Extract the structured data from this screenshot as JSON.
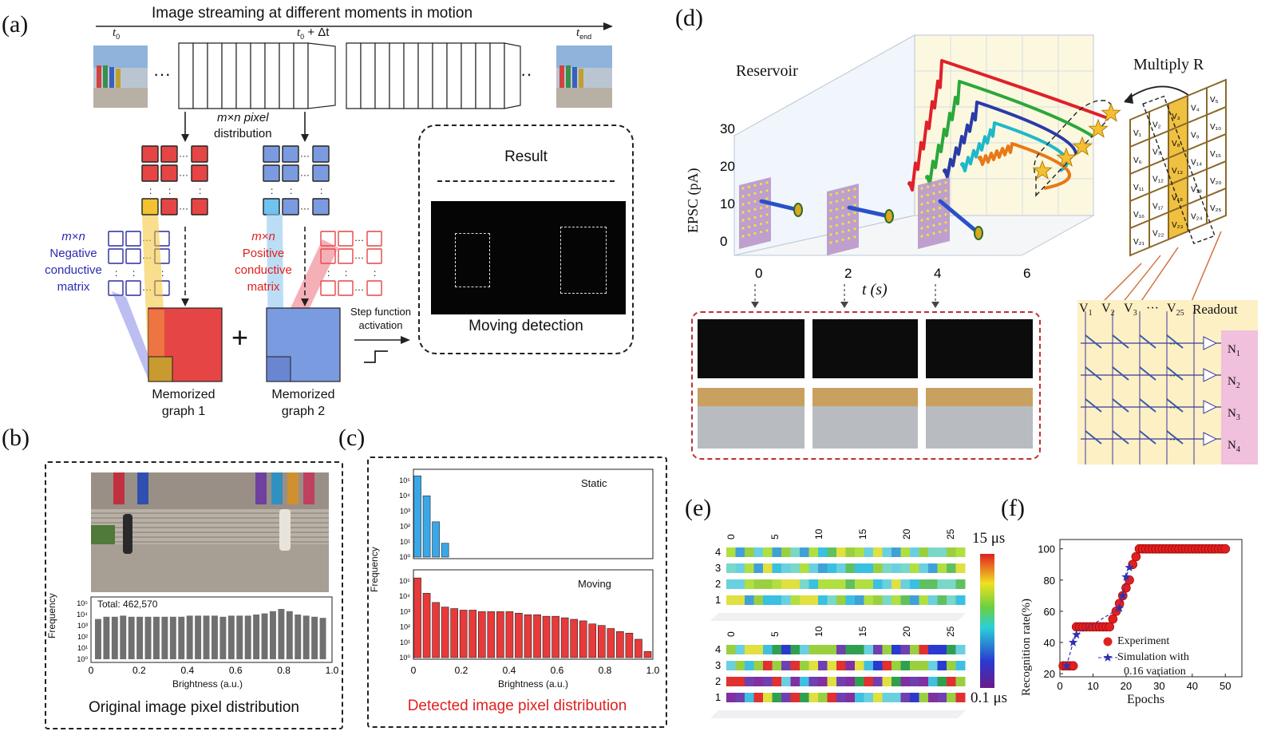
{
  "panel_a": {
    "label": "(a)",
    "stream_title": "Image streaming at different moments in motion",
    "t0": "t",
    "t0_sub": "0",
    "tmid": "t",
    "tmid_sub": "0",
    "tmid_rest": " + Δt",
    "tend": "t",
    "tend_sub": "end",
    "pixel_dist_1": "m×n pixel",
    "pixel_dist_2": "distribution",
    "neg_mxn": "m×n",
    "neg_1": "Negative",
    "neg_2": "conductive",
    "neg_3": "matrix",
    "pos_mxn": "m×n",
    "pos_1": "Positive",
    "pos_2": "conductive",
    "pos_3": "matrix",
    "mem1_1": "Memorized",
    "mem1_2": "graph 1",
    "mem2_1": "Memorized",
    "mem2_2": "graph 2",
    "plus": "+",
    "step_1": "Step function",
    "step_2": "activation",
    "result": "Result",
    "moving_detection": "Moving detection",
    "colors": {
      "red": "#e64545",
      "blue": "#7b9be0",
      "yellow": "#f2c230",
      "navy": "#2b2b9e"
    }
  },
  "panel_b": {
    "label": "(b)",
    "total": "Total: 462,570",
    "ylabel": "Frequency",
    "xlabel": "Brightness (a.u.)",
    "caption": "Original image pixel distribution",
    "chart_data": {
      "type": "bar",
      "xlim": [
        0,
        1.0
      ],
      "xticks": [
        "0",
        "0.2",
        "0.4",
        "0.6",
        "0.8",
        "1.0"
      ],
      "yticks": [
        "10⁰",
        "10¹",
        "10²",
        "10³",
        "10⁴",
        "10⁵"
      ],
      "ylim_log": [
        0,
        5
      ],
      "values_log10": [
        3.6,
        3.8,
        3.8,
        3.9,
        3.8,
        3.8,
        3.8,
        3.8,
        3.8,
        3.8,
        3.8,
        3.9,
        3.9,
        3.9,
        3.9,
        3.8,
        3.9,
        3.9,
        3.9,
        4.0,
        4.1,
        4.3,
        4.5,
        4.3,
        4.0,
        3.9,
        3.8,
        3.7
      ]
    }
  },
  "panel_c": {
    "label": "(c)",
    "ylabel": "Frequency",
    "xlabel": "Brightness (a.u.)",
    "caption": "Detected image pixel distribution",
    "static_label": "Static",
    "moving_label": "Moving",
    "xticks": [
      "0",
      "0.2",
      "0.4",
      "0.6",
      "0.8",
      "1.0"
    ],
    "yticks": [
      "10⁰",
      "10¹",
      "10²",
      "10³",
      "10⁴",
      "10⁵"
    ],
    "chart_data": [
      {
        "type": "bar",
        "name": "Static",
        "xlim": [
          0,
          1.0
        ],
        "ylim_log": [
          0,
          5
        ],
        "values_log10": [
          5.3,
          4.0,
          2.3,
          0.9,
          0
        ]
      },
      {
        "type": "bar",
        "name": "Moving",
        "xlim": [
          0,
          1.0
        ],
        "ylim_log": [
          0,
          5
        ],
        "values_log10": [
          5.2,
          4.2,
          3.6,
          3.3,
          3.2,
          3.1,
          3.1,
          3.0,
          3.0,
          3.0,
          3.0,
          2.9,
          2.8,
          2.8,
          2.7,
          2.7,
          2.6,
          2.5,
          2.4,
          2.2,
          2.1,
          1.9,
          1.7,
          1.6,
          1.2,
          0.4
        ]
      }
    ]
  },
  "panel_d": {
    "label": "(d)",
    "reservoir": "Reservoir",
    "multiply": "Multiply R",
    "ylabel": "EPSC (pA)",
    "xlabel": "t (s)",
    "yticks": [
      "0",
      "10",
      "20",
      "30"
    ],
    "xticks": [
      "0",
      "2",
      "4",
      "6"
    ],
    "readout": "Readout",
    "v_labels": [
      "V",
      "V",
      "V",
      "V"
    ],
    "v_subs": [
      "1",
      "2",
      "3",
      "25"
    ],
    "v_dots": "···",
    "n_labels": [
      "N",
      "N",
      "N",
      "N"
    ],
    "n_subs": [
      "1",
      "2",
      "3",
      "4"
    ],
    "grid_cells": [
      "V₁",
      "V₂",
      "V₃",
      "V₄",
      "V₅",
      "V₆",
      "V₇",
      "V₈",
      "V₉",
      "V₁₀",
      "V₁₁",
      "V₁₂",
      "V₁₃",
      "V₁₄",
      "V₁₅",
      "V₁₆",
      "V₁₇",
      "V₁₈",
      "V₁₉",
      "V₂₀",
      "V₂₁",
      "V₂₂",
      "V₂₃",
      "V₂₄",
      "V₂₅"
    ],
    "series_colors": [
      "#e0202a",
      "#2aa83a",
      "#2a3aa8",
      "#20b8c8",
      "#e87818"
    ]
  },
  "panel_e": {
    "label": "(e)",
    "cb_max": "15 μs",
    "cb_min": "0.1 μs",
    "xticks": [
      "0",
      "5",
      "10",
      "15",
      "20",
      "25"
    ],
    "rows": [
      "4",
      "3",
      "2",
      "1"
    ]
  },
  "panel_f": {
    "label": "(f)",
    "ylabel": "Recognition rate(%)",
    "xlabel": "Epochs",
    "legend_exp": "Experiment",
    "legend_sim_1": "Simulation with",
    "legend_sim_2": "0.16 variation",
    "chart_data": {
      "type": "scatter",
      "xlim": [
        0,
        55
      ],
      "ylim": [
        18,
        106
      ],
      "xticks": [
        "0",
        "10",
        "20",
        "30",
        "40",
        "50"
      ],
      "yticks": [
        "20",
        "40",
        "60",
        "80",
        "100"
      ],
      "series": [
        {
          "name": "Experiment",
          "color": "#e02020",
          "x": [
            1,
            2,
            3,
            4,
            5,
            6,
            7,
            8,
            9,
            10,
            11,
            12,
            13,
            14,
            15,
            16,
            17,
            18,
            19,
            20,
            21,
            22,
            23,
            24,
            25,
            26,
            27,
            28,
            29,
            30,
            31,
            32,
            33,
            34,
            35,
            36,
            37,
            38,
            39,
            40,
            41,
            42,
            43,
            44,
            45,
            46,
            47,
            48,
            49,
            50
          ],
          "y": [
            25,
            25,
            25,
            25,
            50,
            50,
            50,
            50,
            50,
            50,
            50,
            50,
            50,
            50,
            50,
            55,
            60,
            65,
            70,
            75,
            80,
            90,
            95,
            100,
            100,
            100,
            100,
            100,
            100,
            100,
            100,
            100,
            100,
            100,
            100,
            100,
            100,
            100,
            100,
            100,
            100,
            100,
            100,
            100,
            100,
            100,
            100,
            100,
            100,
            100
          ]
        },
        {
          "name": "Simulation with 0.16 variation",
          "color": "#3030b0",
          "x": [
            2,
            4,
            5,
            18,
            19,
            20,
            21
          ],
          "y": [
            25,
            40,
            45,
            62,
            70,
            82,
            88
          ]
        }
      ]
    }
  }
}
